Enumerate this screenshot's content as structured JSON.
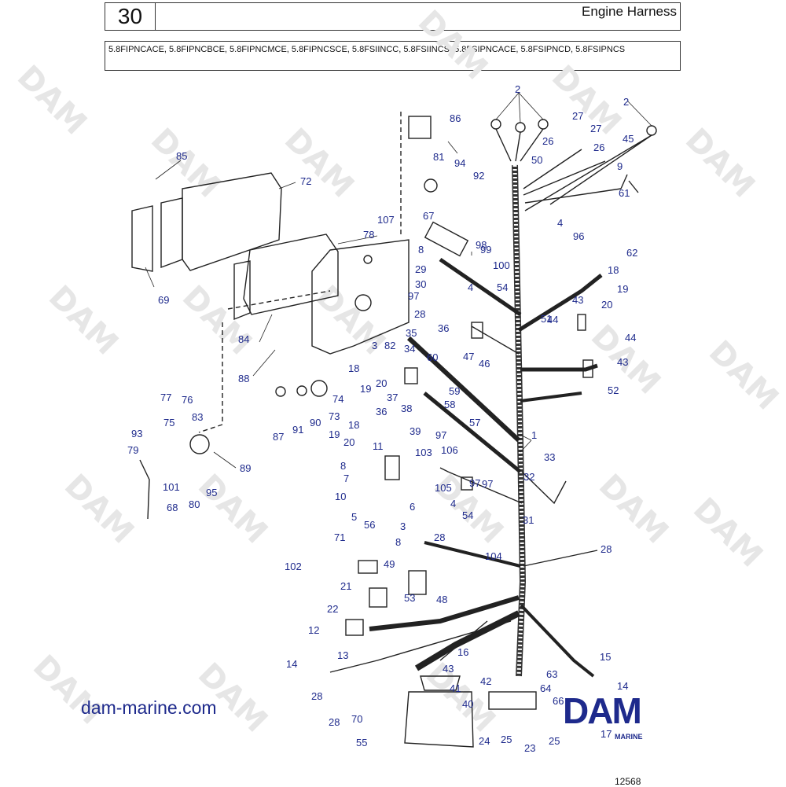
{
  "header": {
    "page_number": "30",
    "section_title": "Engine Harness",
    "models": "5.8FIPNCACE, 5.8FIPNCBCE, 5.8FIPNCMCE, 5.8FIPNCSCE, 5.8FSIINCC, 5.8FSIINCS, 5.8FSIPNCACE, 5.8FSIPNCD, 5.8FSIPNCS"
  },
  "watermark_text": "DAM",
  "callouts": [
    {
      "label": "1"
    },
    {
      "label": "2"
    },
    {
      "label": "2"
    },
    {
      "label": "3"
    },
    {
      "label": "3"
    },
    {
      "label": "4"
    },
    {
      "label": "4"
    },
    {
      "label": "4"
    },
    {
      "label": "5"
    },
    {
      "label": "6"
    },
    {
      "label": "7"
    },
    {
      "label": "8"
    },
    {
      "label": "8"
    },
    {
      "label": "8"
    },
    {
      "label": "9"
    },
    {
      "label": "10"
    },
    {
      "label": "11"
    },
    {
      "label": "12"
    },
    {
      "label": "13"
    },
    {
      "label": "14"
    },
    {
      "label": "14"
    },
    {
      "label": "15"
    },
    {
      "label": "16"
    },
    {
      "label": "17"
    },
    {
      "label": "18"
    },
    {
      "label": "18"
    },
    {
      "label": "18"
    },
    {
      "label": "19"
    },
    {
      "label": "19"
    },
    {
      "label": "19"
    },
    {
      "label": "20"
    },
    {
      "label": "20"
    },
    {
      "label": "20"
    },
    {
      "label": "21"
    },
    {
      "label": "22"
    },
    {
      "label": "23"
    },
    {
      "label": "24"
    },
    {
      "label": "25"
    },
    {
      "label": "25"
    },
    {
      "label": "26"
    },
    {
      "label": "26"
    },
    {
      "label": "27"
    },
    {
      "label": "27"
    },
    {
      "label": "28"
    },
    {
      "label": "28"
    },
    {
      "label": "28"
    },
    {
      "label": "28"
    },
    {
      "label": "28"
    },
    {
      "label": "29"
    },
    {
      "label": "30"
    },
    {
      "label": "31"
    },
    {
      "label": "32"
    },
    {
      "label": "33"
    },
    {
      "label": "34"
    },
    {
      "label": "35"
    },
    {
      "label": "36"
    },
    {
      "label": "36"
    },
    {
      "label": "37"
    },
    {
      "label": "38"
    },
    {
      "label": "39"
    },
    {
      "label": "40"
    },
    {
      "label": "41"
    },
    {
      "label": "42"
    },
    {
      "label": "43"
    },
    {
      "label": "43"
    },
    {
      "label": "43"
    },
    {
      "label": "44"
    },
    {
      "label": "44"
    },
    {
      "label": "45"
    },
    {
      "label": "46"
    },
    {
      "label": "47"
    },
    {
      "label": "48"
    },
    {
      "label": "49"
    },
    {
      "label": "50"
    },
    {
      "label": "51"
    },
    {
      "label": "52"
    },
    {
      "label": "53"
    },
    {
      "label": "54"
    },
    {
      "label": "54"
    },
    {
      "label": "55"
    },
    {
      "label": "56"
    },
    {
      "label": "57"
    },
    {
      "label": "58"
    },
    {
      "label": "59"
    },
    {
      "label": "60"
    },
    {
      "label": "61"
    },
    {
      "label": "62"
    },
    {
      "label": "63"
    },
    {
      "label": "64"
    },
    {
      "label": "66"
    },
    {
      "label": "67"
    },
    {
      "label": "68"
    },
    {
      "label": "69"
    },
    {
      "label": "70"
    },
    {
      "label": "71"
    },
    {
      "label": "72"
    },
    {
      "label": "73"
    },
    {
      "label": "74"
    },
    {
      "label": "75"
    },
    {
      "label": "76"
    },
    {
      "label": "77"
    },
    {
      "label": "78"
    },
    {
      "label": "79"
    },
    {
      "label": "80"
    },
    {
      "label": "81"
    },
    {
      "label": "82"
    },
    {
      "label": "83"
    },
    {
      "label": "84"
    },
    {
      "label": "85"
    },
    {
      "label": "86"
    },
    {
      "label": "87"
    },
    {
      "label": "88"
    },
    {
      "label": "89"
    },
    {
      "label": "90"
    },
    {
      "label": "91"
    },
    {
      "label": "92"
    },
    {
      "label": "93"
    },
    {
      "label": "94"
    },
    {
      "label": "95"
    },
    {
      "label": "96"
    },
    {
      "label": "97"
    },
    {
      "label": "97"
    },
    {
      "label": "97"
    },
    {
      "label": "97"
    },
    {
      "label": "98"
    },
    {
      "label": "99"
    },
    {
      "label": "100"
    },
    {
      "label": "101"
    },
    {
      "label": "102"
    },
    {
      "label": "103"
    },
    {
      "label": "104"
    },
    {
      "label": "105"
    },
    {
      "label": "106"
    },
    {
      "label": "107"
    }
  ],
  "footer": {
    "website": "dam-marine.com",
    "logo_text": "DAM",
    "logo_subtext": "MARINE",
    "reference_number": "12568"
  },
  "colors": {
    "callout": "#1e2a8c",
    "line_art": "#222222",
    "watermark": "#e6e6e6"
  }
}
